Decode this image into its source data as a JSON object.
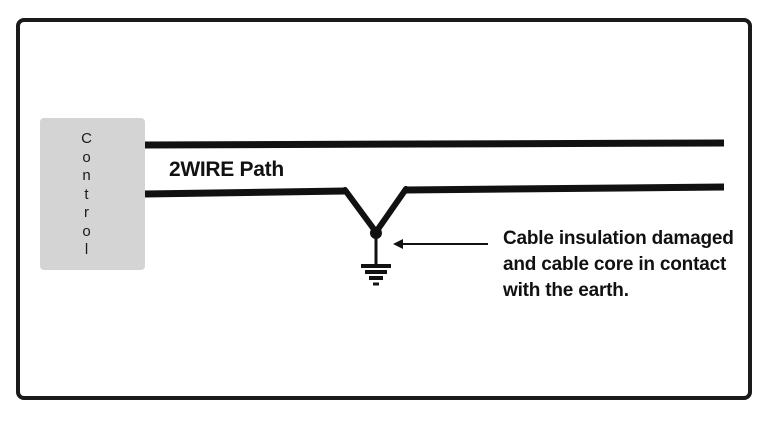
{
  "control": {
    "label_letters": [
      "C",
      "o",
      "n",
      "t",
      "r",
      "o",
      "l"
    ]
  },
  "path_label": "2WIRE Path",
  "fault_note": {
    "lines": [
      "Cable insulation damaged",
      "and cable core in contact",
      "with the earth."
    ]
  },
  "colors": {
    "wire": "#111111",
    "control_box": "#d4d4d4",
    "frame": "#1a1a1a"
  }
}
